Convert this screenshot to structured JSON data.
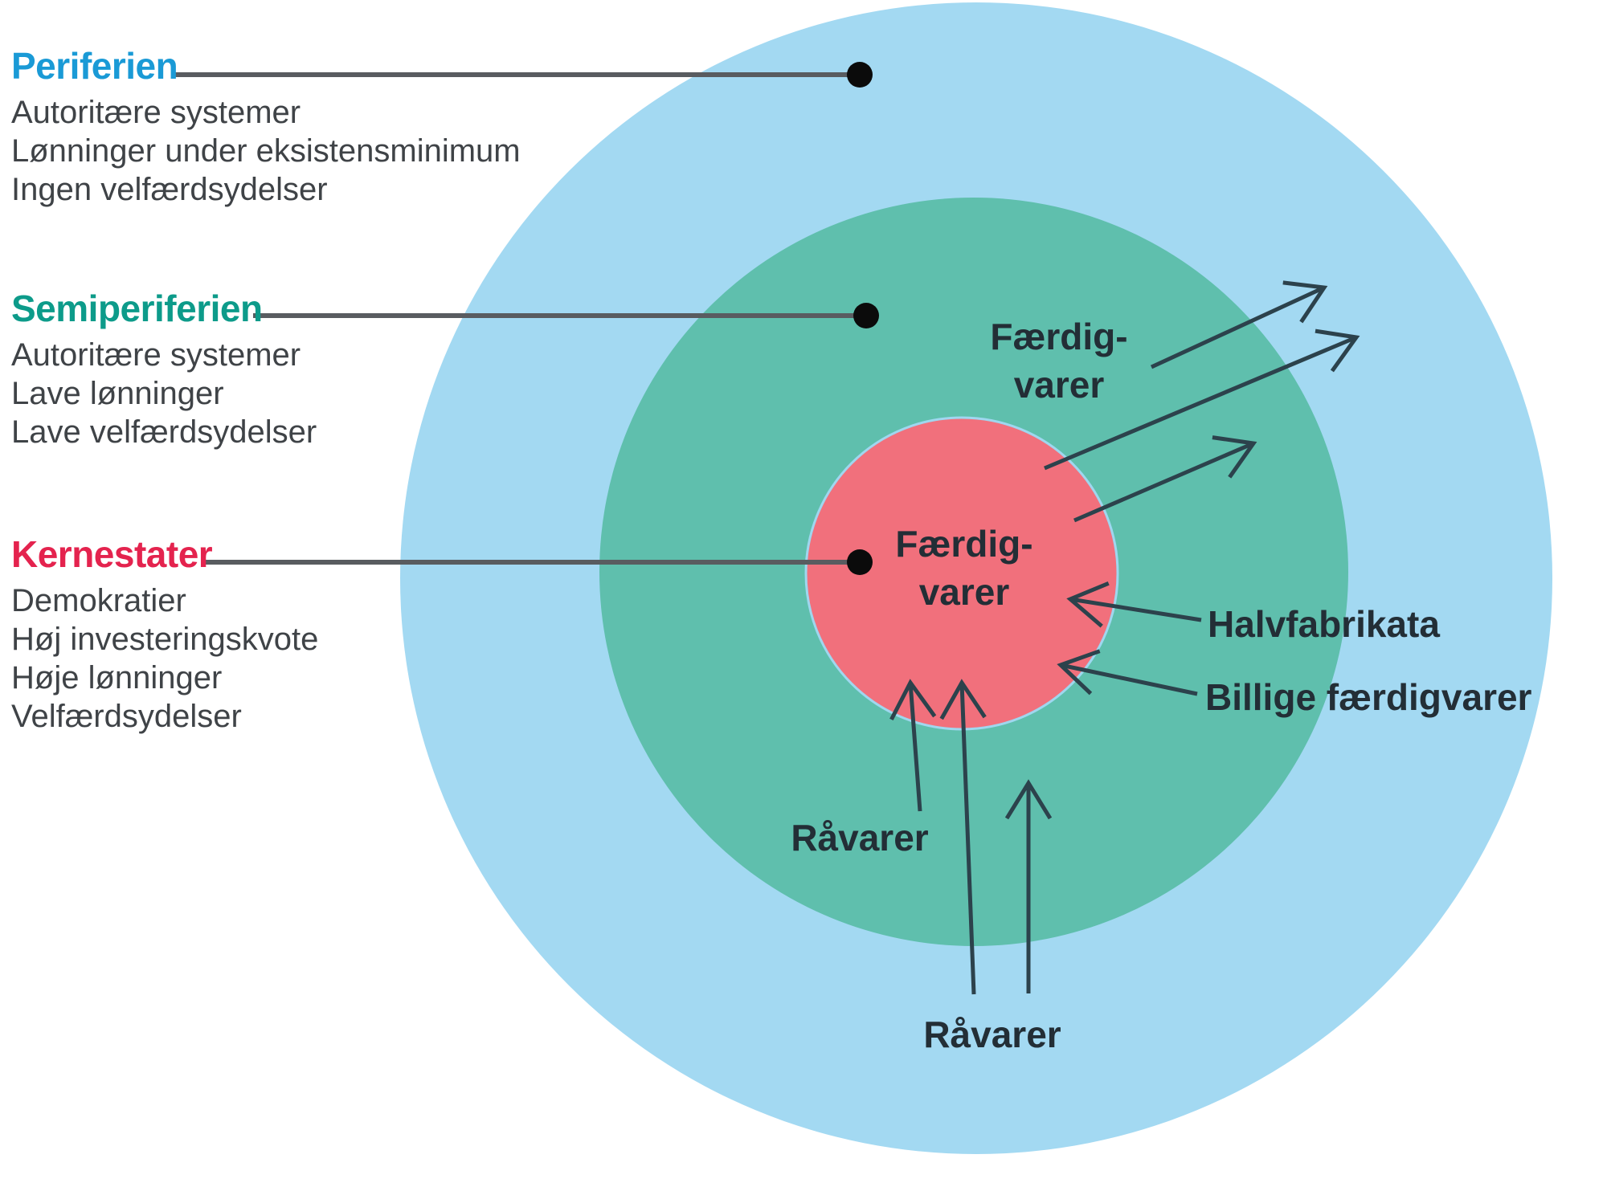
{
  "legend": {
    "blocks": [
      {
        "title": "Periferien",
        "color": "#1a9ad6",
        "items": [
          "Autoritære systemer",
          "Lønninger under eksistensminimum",
          "Ingen velfærdsydelser"
        ]
      },
      {
        "title": "Semiperiferien",
        "color": "#0d9b8a",
        "items": [
          "Autoritære systemer",
          "Lave lønninger",
          "Lave velfærdsydelser"
        ]
      },
      {
        "title": "Kernestater",
        "color": "#e4234e",
        "items": [
          "Demokratier",
          "Høj investeringskvote",
          "Høje lønninger",
          "Velfærdsydelser"
        ]
      }
    ]
  },
  "rings": {
    "periphery": {
      "label": "Periferien",
      "fill": "#a3d9f2"
    },
    "semiperiphery": {
      "label": "Semiperiferien",
      "fill": "#5fbfad"
    },
    "core": {
      "label": "Kernestater",
      "fill": "#f1707c"
    }
  },
  "flows": {
    "semi_export": {
      "line1": "Færdig-",
      "line2": "varer"
    },
    "core_export": {
      "line1": "Færdig-",
      "line2": "varer"
    },
    "halvfabrikata": "Halvfabrikata",
    "billige_faerdigvarer": "Billige færdigvarer",
    "raavarer_semiperiphery": "Råvarer",
    "raavarer_periphery": "Råvarer"
  },
  "colors": {
    "arrow": "#2c424c",
    "leader_line": "#595c60",
    "leader_dot": "#0b0b0b",
    "body_text": "#3f4347",
    "diagram_label_text": "#232e36"
  }
}
